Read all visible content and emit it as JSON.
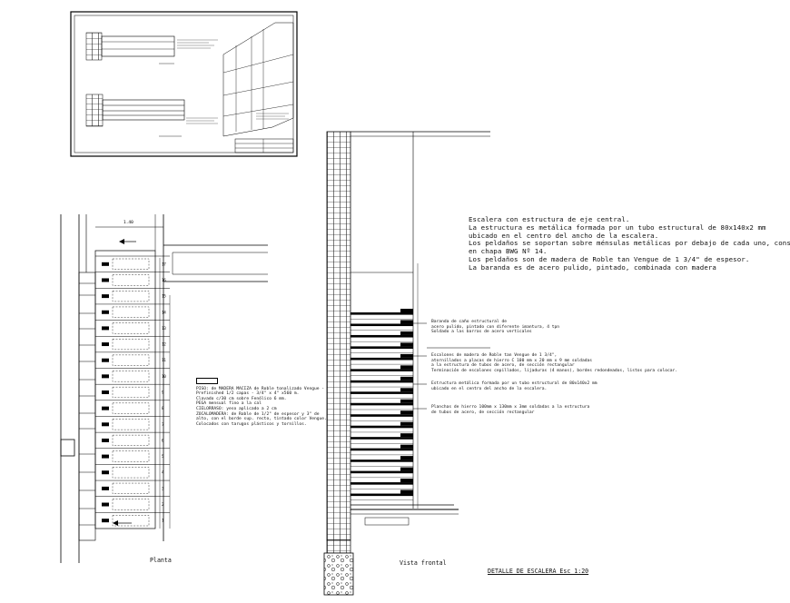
{
  "captions": {
    "plan": "Planta",
    "front_view": "Vista frontal",
    "detail_title": "DETALLE DE ESCALERA Esc 1:20"
  },
  "main_note": [
    "Escalera con estructura de eje central.",
    "La estructura es metálica formada por un tubo estructural de 80x140x2 mm",
    "ubicado en el centro del ancho de la escalera.",
    "Los peldaños se soportan sobre ménsulas metálicas por debajo de cada uno, construidos",
    "en chapa BWG Nº 14.",
    "Los peldaños son de madera de Roble tan Vengue de 1 3/4\" de espesor.",
    "La baranda es de acero pulido, pintado, combinada con madera"
  ],
  "callouts": [
    {
      "id": "baranda",
      "lines": [
        "Baranda de caño estructural de",
        "acero pulido, pintado con diferente imantura, 4 tpn",
        "Soldado a las barras de acero verticales"
      ]
    },
    {
      "id": "escalones",
      "lines": [
        "Escalones de madera de Roble tan Vengue de 1 3/4\",",
        "atornillados a placas de hierro C 100 mm x 20 mm x 9 mm soldadas",
        "a la estructura de tubos de acero, de sección rectangular",
        "Terminación de escalones cepillados, lijaduras (4 manos), bordes redondeados, listos para colocar."
      ]
    },
    {
      "id": "estructura",
      "lines": [
        "Estructura metálica formada por un tubo estructural de 80x140x2 mm",
        "ubicado en el centro del ancho de la escalera."
      ]
    },
    {
      "id": "planchas",
      "lines": [
        "Planchas de hierro 100mm x 130mm x 3mm soldadas a la estructura",
        "de tubos de acero, de sección rectangular"
      ]
    }
  ],
  "plan_legend": {
    "header": "",
    "lines": [
      "PISO: de MADERA MACIZA de Roble tonalizado Vengue -",
      "Prefinished 1/2 capas - 3/4\" x 4\" x560 m.",
      "Clavado c/30 cm sobre Fenólico 6 mm.",
      "PEGA mensual fino a la cal",
      "CIELORRASO: yeso aplicado a 2 cm",
      "ZOCALOMADERA: de Roble de 1/2\" de espesor y 3\" de",
      "alto, con el borde sup. recto, tintado color Vengue.",
      "Colocados con tarugos plásticos y tornillos."
    ]
  },
  "plan_step_numbers": [
    "17",
    "16",
    "15",
    "14",
    "13",
    "12",
    "11",
    "10",
    "9",
    "8",
    "7",
    "6",
    "5",
    "4",
    "3",
    "2",
    "1"
  ],
  "plan_dim_label": "1.40",
  "colors": {
    "line": "#000000",
    "paper": "#ffffff"
  }
}
